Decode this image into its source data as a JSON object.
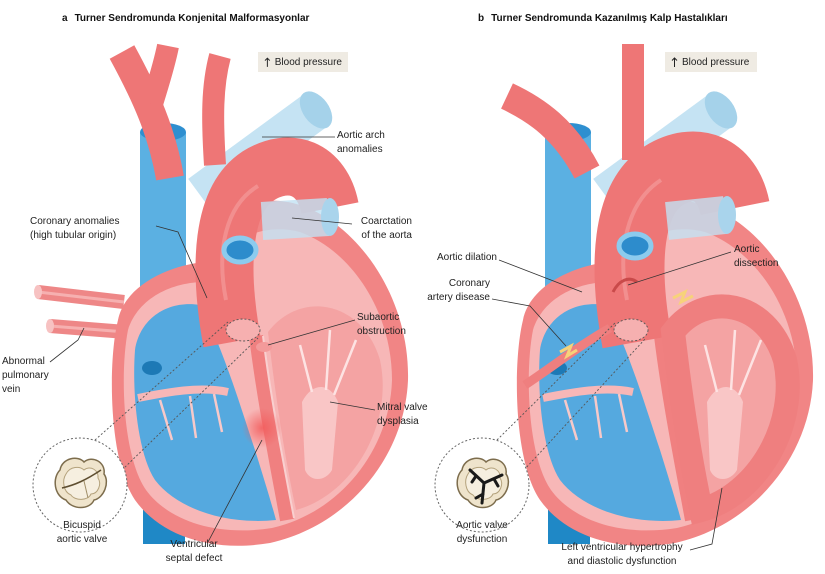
{
  "panel_a": {
    "letter": "a",
    "title": "Turner Sendromunda Konjenital Malformasyonlar",
    "blood_pressure": "Blood pressure",
    "labels": {
      "aortic_arch": [
        "Aortic arch",
        "anomalies"
      ],
      "coarctation": [
        "Coarctation",
        "of the aorta"
      ],
      "coronary_anomalies": [
        "Coronary anomalies",
        "(high tubular origin)"
      ],
      "subaortic": [
        "Subaortic",
        "obstruction"
      ],
      "pulmonary_vein": [
        "Abnormal",
        "pulmonary",
        "vein"
      ],
      "mitral": [
        "Mitral valve",
        "dysplasia"
      ],
      "bicuspid": [
        "Bicuspid",
        "aortic valve"
      ],
      "vsd": [
        "Ventricular",
        "septal defect"
      ]
    }
  },
  "panel_b": {
    "letter": "b",
    "title": "Turner Sendromunda Kazanılmış Kalp Hastalıkları",
    "blood_pressure": "Blood pressure",
    "labels": {
      "aortic_dilation": [
        "Aortic dilation"
      ],
      "coronary_artery": [
        "Coronary",
        "artery disease"
      ],
      "aortic_dissection": [
        "Aortic",
        "dissection"
      ],
      "valve_dysfunction": [
        "Aortic valve",
        "dysfunction"
      ],
      "lvh": [
        "Left ventricular hypertrophy",
        "and diastolic dysfunction"
      ]
    }
  },
  "icons": {
    "blood_pressure_arrow": "up-arrow-icon",
    "valve_inset": "magnifier-circle-icon"
  },
  "colors": {
    "myocardium": "#f18585",
    "myocardium_light": "#f7b7b7",
    "aorta": "#ee7676",
    "venous_blood": "#55a9df",
    "vena_cava_dark": "#1f88c6",
    "pulmonary_translucent": "#bcdff1",
    "valve_leaflet": "#efe4cc",
    "lesion_highlight": "#f7d27a",
    "label_box": "#efebe3"
  }
}
